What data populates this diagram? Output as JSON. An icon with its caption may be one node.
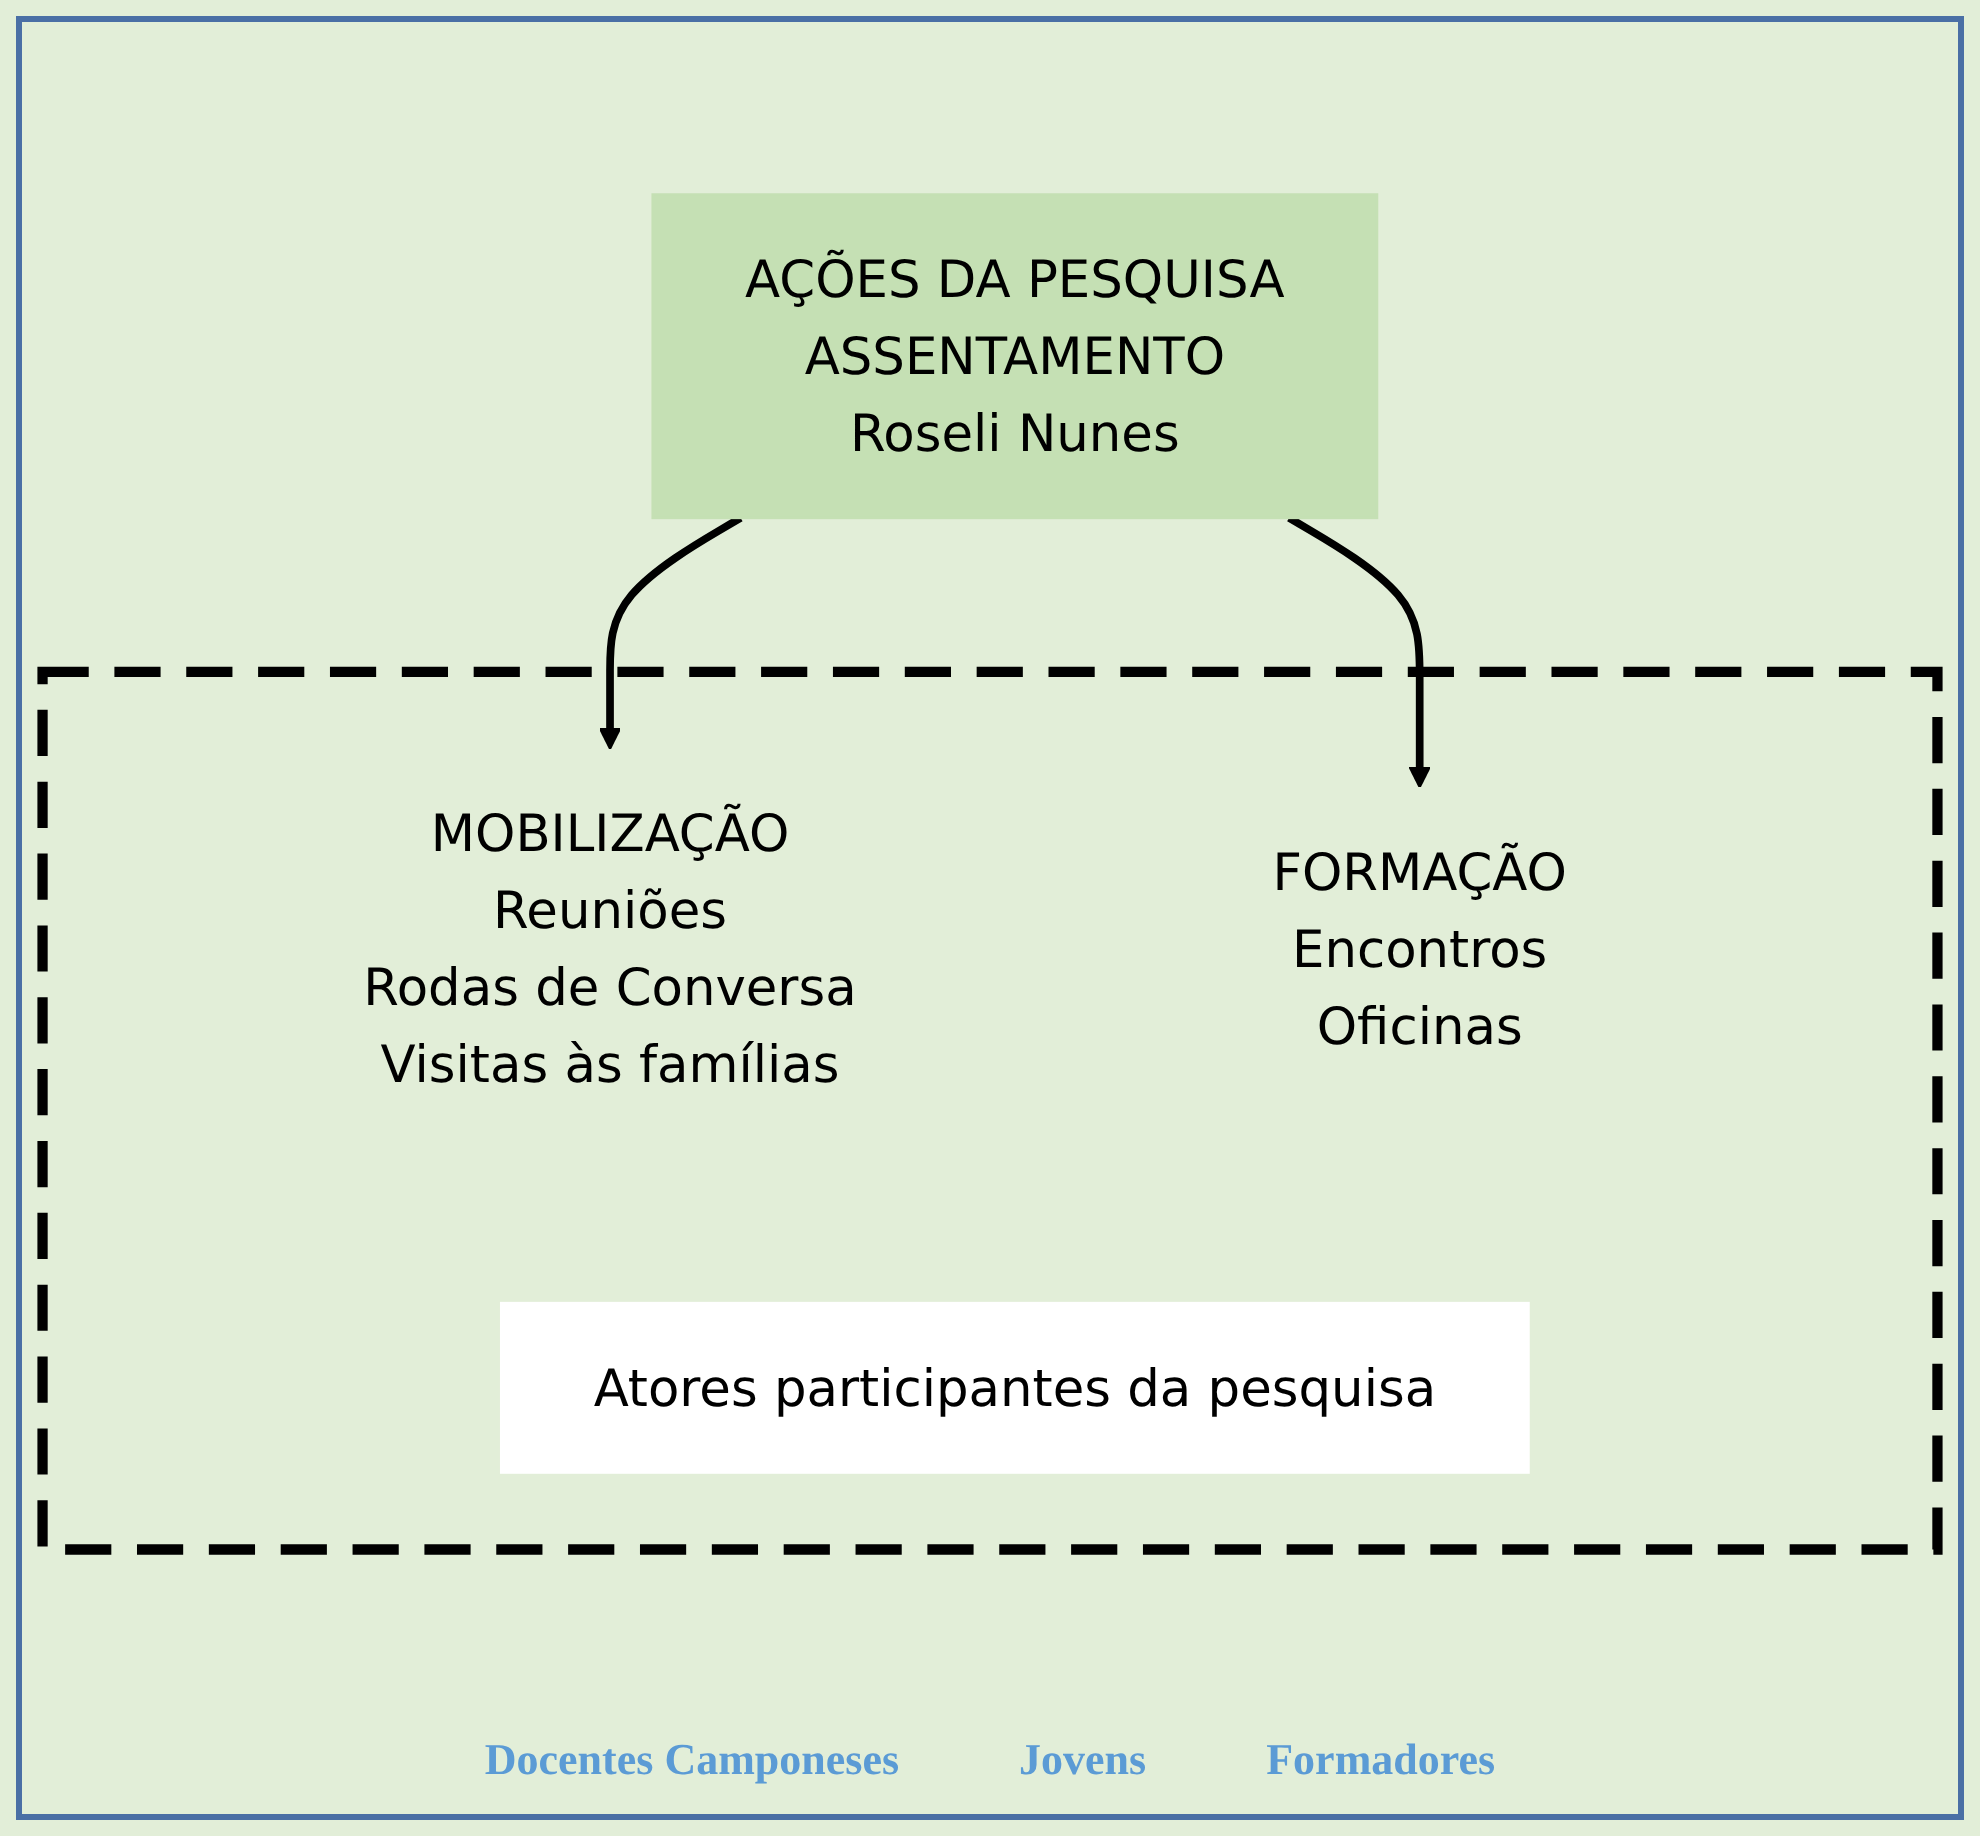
{
  "diagram": {
    "nodes": [
      {
        "text": [],
        "shape": "box"
      },
      {
        "text": [
          "AÇÕES DA PESQUISA",
          "ASSENTAMENTO",
          "Roseli Nunes"
        ]
      },
      {
        "text": [
          "MOBILIZAÇÃO"
        ],
        "in": 0,
        "beside": [
          "Reuniões",
          "Rodas de Conversa",
          "Visitas às famílias"
        ]
      },
      {
        "text": [
          "FORMAÇÃO"
        ],
        "in": 0,
        "beside": [
          "Encontros",
          "Oficinas"
        ]
      },
      {
        "text": [
          "Atores participantes da pesquisa"
        ],
        "in": 0
      }
    ],
    "labels": [
      "Docentes Camponeses",
      "Jovens",
      "Formadores"
    ],
    "edges": [
      {
        "from": 1,
        "to": 2,
        "arrow": "to"
      },
      {
        "from": 1,
        "to": 3,
        "arrow": "to"
      }
    ]
  }
}
